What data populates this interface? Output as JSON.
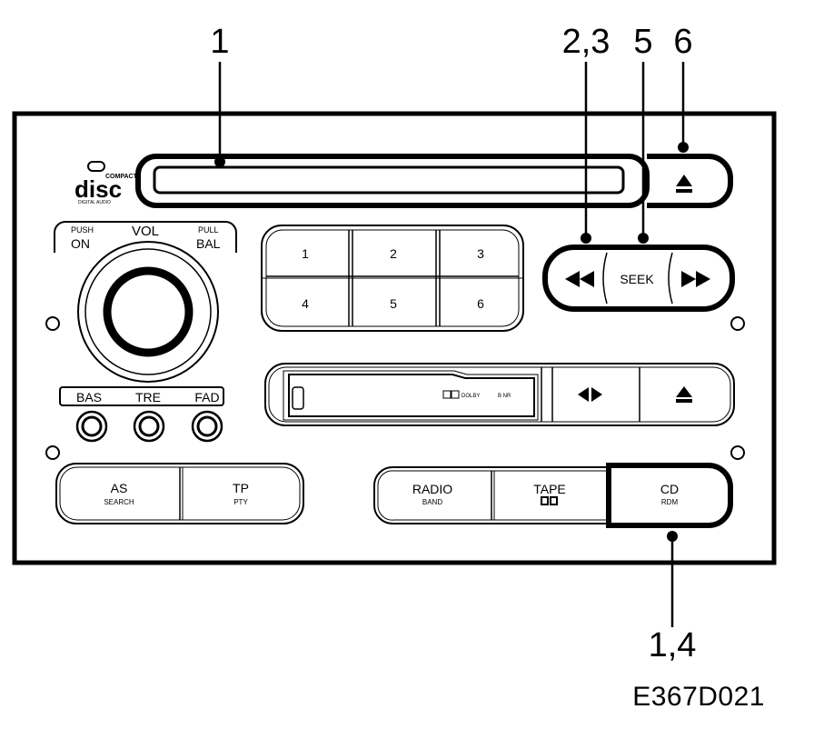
{
  "callouts": {
    "c1": "1",
    "c23": "2,3",
    "c5": "5",
    "c6": "6",
    "c14": "1,4"
  },
  "figure_ref": "E367D021",
  "cd_logo": {
    "top": "COMPACT",
    "main": "disc",
    "bottom": "DIGITAL AUDIO"
  },
  "volume": {
    "push": "PUSH",
    "on": "ON",
    "vol": "VOL",
    "pull": "PULL",
    "bal": "BAL"
  },
  "presets": [
    "1",
    "2",
    "3",
    "4",
    "5",
    "6"
  ],
  "seek": {
    "label": "SEEK",
    "rewind_icon": "rewind-icon",
    "forward_icon": "fast-forward-icon"
  },
  "tone": {
    "bas": "BAS",
    "tre": "TRE",
    "fad": "FAD"
  },
  "tape_deck": {
    "dolby": "DOLBY",
    "bnr": "B NR"
  },
  "buttons": {
    "as": "AS",
    "as_sub": "SEARCH",
    "tp": "TP",
    "tp_sub": "PTY",
    "radio": "RADIO",
    "radio_sub": "BAND",
    "tape": "TAPE",
    "cd": "CD",
    "cd_sub": "RDM"
  },
  "icons": [
    "eject-icon",
    "tape-direction-icon",
    "tape-eject-icon",
    "dolby-icon"
  ]
}
